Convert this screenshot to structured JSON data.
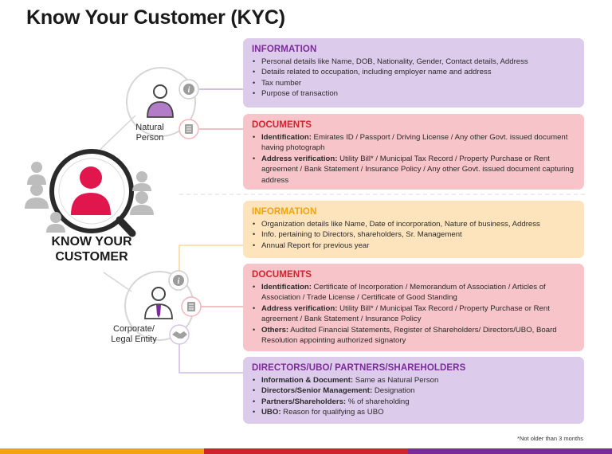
{
  "title": "Know Your Customer (KYC)",
  "center": {
    "line1": "KNOW YOUR",
    "line2": "CUSTOMER"
  },
  "natural": {
    "label_line1": "Natural",
    "label_line2": "Person",
    "information": {
      "heading": "INFORMATION",
      "items": [
        "Personal details like Name, DOB, Nationality, Gender, Contact details, Address",
        "Details related to occupation, including employer name and address",
        "Tax number",
        "Purpose of transaction"
      ]
    },
    "documents": {
      "heading": "DOCUMENTS",
      "items": [
        {
          "label": "Identification:",
          "text": " Emirates ID / Passport / Driving License / Any other Govt. issued document having photograph"
        },
        {
          "label": "Address verification:",
          "text": " Utility Bill* / Municipal Tax Record / Property Purchase or Rent agreement / Bank Statement / Insurance Policy / Any other Govt. issued document capturing address"
        }
      ]
    }
  },
  "corporate": {
    "label_line1": "Corporate/",
    "label_line2": "Legal Entity",
    "information": {
      "heading": "INFORMATION",
      "items": [
        "Organization details like Name, Date of incorporation, Nature of business, Address",
        "Info. pertaining to Directors, shareholders, Sr. Management",
        "Annual Report for previous year"
      ]
    },
    "documents": {
      "heading": "DOCUMENTS",
      "items": [
        {
          "label": "Identification:",
          "text": " Certificate of Incorporation / Memorandum of Association / Articles of Association / Trade License / Certificate of Good Standing"
        },
        {
          "label": "Address verification:",
          "text": " Utility Bill* / Municipal Tax Record / Property Purchase or Rent agreement / Bank Statement / Insurance Policy"
        },
        {
          "label": "Others:",
          "text": " Audited Financial Statements, Register of Shareholders/ Directors/UBO, Board Resolution appointing authorized signatory"
        }
      ]
    },
    "directors": {
      "heading": "DIRECTORS/UBO/ PARTNERS/SHAREHOLDERS",
      "items": [
        {
          "label": "Information & Document:",
          "text": " Same as Natural Person"
        },
        {
          "label": "Directors/Senior Management:",
          "text": " Designation"
        },
        {
          "label": "Partners/Shareholders:",
          "text": " % of shareholding"
        },
        {
          "label": "UBO:",
          "text": " Reason for qualifying as UBO"
        }
      ]
    }
  },
  "footnote": "*Not older than 3 months",
  "colors": {
    "purple": "#7c2a9a",
    "red": "#d0232e",
    "yellow": "#f2a30d",
    "bar_left": "#f2a30d",
    "bar_mid": "#d0232e",
    "bar_right": "#7c2a9a"
  }
}
